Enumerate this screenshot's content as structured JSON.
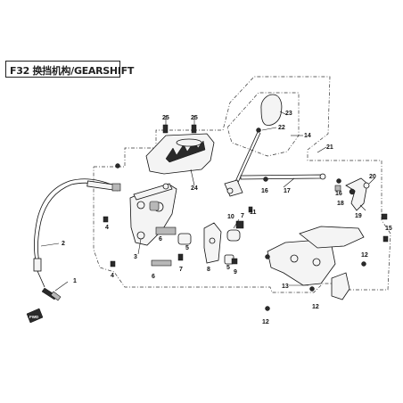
{
  "title": "F32 换挡机构/GEARSHIFT",
  "front_marker": "FWD",
  "callouts": {
    "c1": "1",
    "c2": "2",
    "c3": "3",
    "c4a": "4",
    "c4b": "4",
    "c5a": "5",
    "c5b": "5",
    "c6a": "6",
    "c6b": "6",
    "c7a": "7",
    "c7b": "7",
    "c8": "8",
    "c9": "9",
    "c10": "10",
    "c11": "11",
    "c12a": "12",
    "c12b": "12",
    "c12c": "12",
    "c13": "13",
    "c14": "14",
    "c15": "15",
    "c16a": "16",
    "c16b": "16",
    "c17": "17",
    "c18": "18",
    "c19": "19",
    "c20": "20",
    "c21": "21",
    "c22": "22",
    "c23": "23",
    "c24": "24",
    "c25a": "25",
    "c25b": "25"
  }
}
